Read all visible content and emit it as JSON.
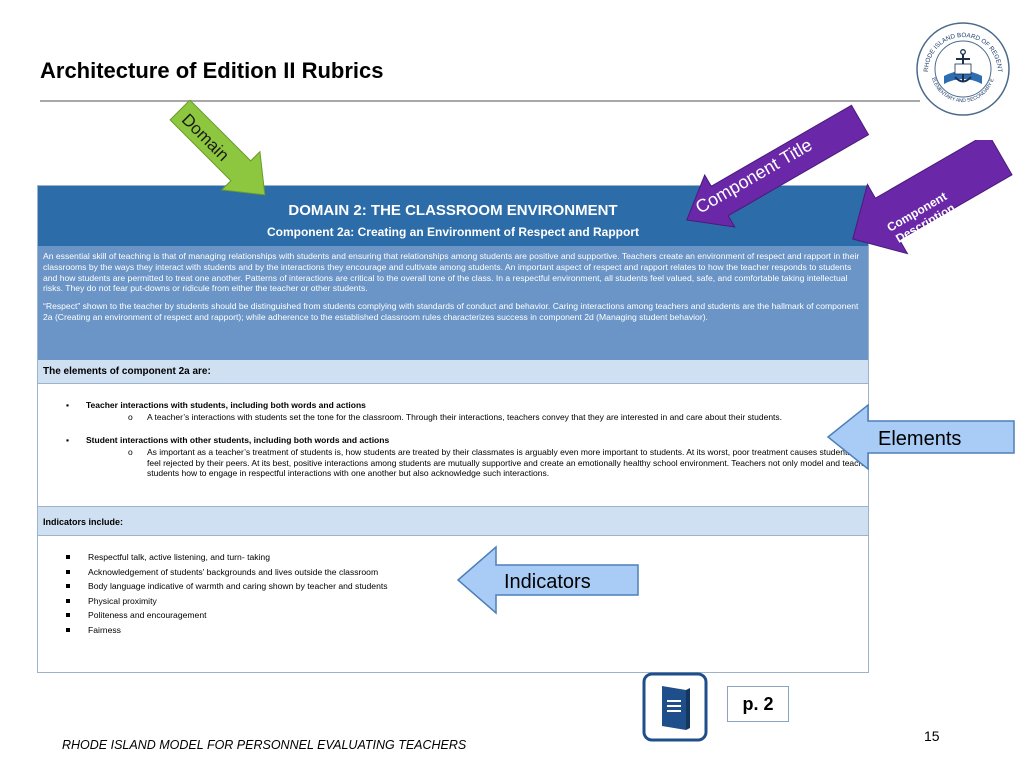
{
  "slide": {
    "title": "Architecture of Edition II Rubrics",
    "footer": "RHODE ISLAND MODEL FOR PERSONNEL EVALUATING TEACHERS",
    "page_number": "15"
  },
  "seal": {
    "arc_text": "RHODE ISLAND BOARD OF REGENTS",
    "lower_text": "ELEMENTARY AND SECONDARY EDUCATION"
  },
  "document": {
    "domain": "DOMAIN 2: THE CLASSROOM ENVIRONMENT",
    "component": "Component 2a: Creating an Environment of Respect and Rapport",
    "description": [
      "An essential skill of teaching is that of managing relationships with students and ensuring that relationships among students are positive and supportive. Teachers create an environment of respect and rapport in their classrooms by the ways they interact with students and by the interactions they encourage and cultivate among students. An important aspect of respect and rapport relates to how the teacher responds to students and how students are permitted to treat one another. Patterns of interactions are critical to the overall tone of the class. In a respectful environment, all students feel valued, safe, and comfortable taking intellectual risks. They do not fear put-downs or ridicule from either the teacher or other students.",
      "“Respect” shown to the teacher by students should be distinguished from students complying with standards of conduct and behavior. Caring interactions among teachers and students are the hallmark of component 2a (Creating an environment of respect and rapport); while adherence to the established classroom rules characterizes success in component 2d (Managing student behavior)."
    ],
    "elements_heading": "The elements of component 2a are:",
    "elements": [
      {
        "bullet": "▪",
        "heading": "Teacher interactions with students, including both words and actions",
        "sub_marker": "o",
        "detail": "A teacher’s interactions with students set the tone for the classroom. Through their interactions, teachers convey that they are interested in and care about their students."
      },
      {
        "bullet": "▪",
        "heading": "Student interactions with other students, including both words and actions",
        "sub_marker": "o",
        "detail": "As important as a teacher’s treatment of students is, how students are treated by their classmates is arguably even more important to students. At its worst, poor treatment causes students to feel rejected by their peers. At its best, positive interactions among students are mutually supportive and create an emotionally healthy school environment. Teachers not only model and teach students how to engage in respectful interactions with one another but also acknowledge such interactions."
      }
    ],
    "indicators_heading": "Indicators include:",
    "indicators": [
      "Respectful talk, active listening, and turn- taking",
      "Acknowledgement of students’ backgrounds and lives outside the classroom",
      "Body language indicative of warmth and caring shown by teacher and students",
      "Physical proximity",
      "Politeness and encouragement",
      "Fairness"
    ]
  },
  "callouts": {
    "domain": "Domain",
    "component_title": "Component Title",
    "component_description_line1": "Component",
    "component_description_line2": "Description",
    "elements": "Elements",
    "indicators": "Indicators"
  },
  "page_ref": "p. 2",
  "colors": {
    "header_blue": "#2c6ca8",
    "description_blue": "#6a95c6",
    "band_blue": "#cfe0f2",
    "green_arrow": "#8dc63f",
    "purple_arrow": "#6a28a8",
    "light_blue_arrow": "#a8ccf5"
  },
  "icons": {
    "seal": "state-seal-icon",
    "book": "book-icon"
  }
}
